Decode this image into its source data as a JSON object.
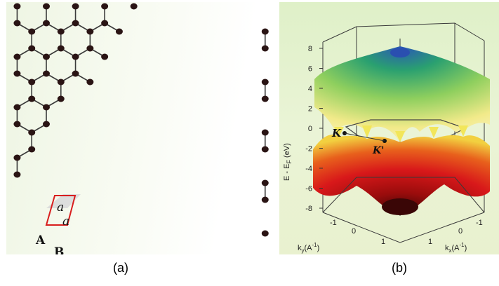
{
  "figure": {
    "panel_a": {
      "caption": "(a)",
      "sublattice_a": "A",
      "sublattice_b": "B",
      "lattice_vector_1": "a",
      "lattice_vector_2": "a",
      "atom_color": "#2a1414",
      "bond_color": "#3a3a3a",
      "unit_cell_color": "#d81e1e"
    },
    "panel_b": {
      "caption": "(b)",
      "z_axis_label": "E - E",
      "z_axis_label_sub": "F",
      "z_axis_unit": " (eV)",
      "z_ticks": [
        "8",
        "6",
        "4",
        "2",
        "0",
        "-2",
        "-4",
        "-6",
        "-8"
      ],
      "dirac_point_1": "K",
      "dirac_point_2": "K'",
      "ky_label": "k",
      "ky_sub": "y",
      "ky_unit": "(A",
      "ky_sup": "-1",
      "ky_close": ")",
      "kx_label": "k",
      "kx_sub": "x",
      "kx_unit": "(A",
      "kx_sup": "-1",
      "kx_close": ")",
      "ky_ticks": [
        "-1",
        "0",
        "1"
      ],
      "kx_ticks": [
        "1",
        "0",
        "-1"
      ],
      "colors": {
        "conduction_top": "#2a56b8",
        "conduction_mid": "#2ea15c",
        "valence_mid": "#d8181a",
        "valence_bottom": "#4a0a0a",
        "dirac_yellow": "#f2e65a"
      }
    }
  }
}
